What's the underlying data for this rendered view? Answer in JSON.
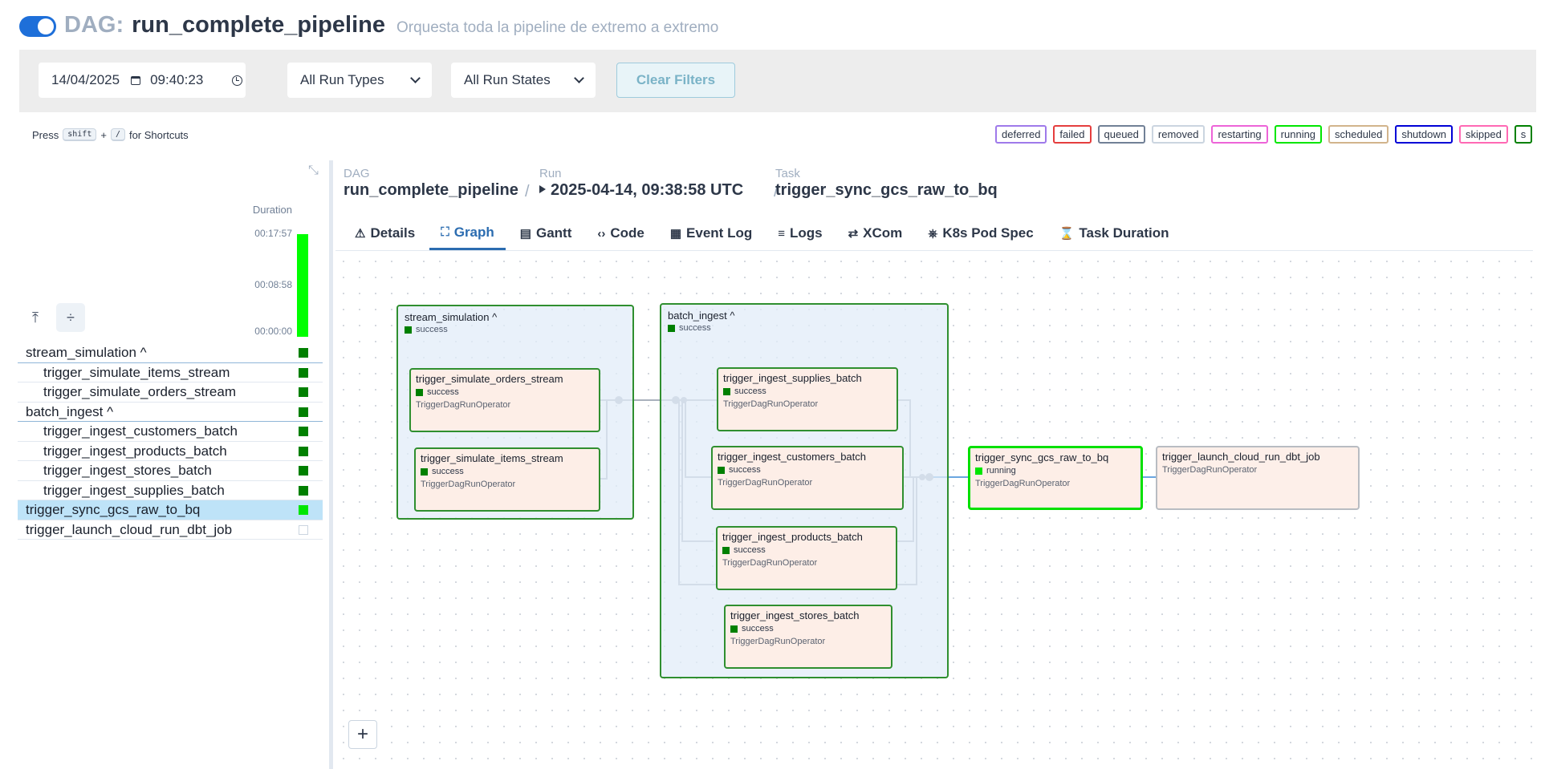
{
  "header": {
    "dag_prefix": "DAG:",
    "dag_name": "run_complete_pipeline",
    "description": "Orquesta toda la pipeline de extremo a extremo"
  },
  "filters": {
    "date": "14/04/2025",
    "time": "09:40:23",
    "run_types": "All Run Types",
    "run_states": "All Run States",
    "clear": "Clear Filters"
  },
  "shortcuts": {
    "press": "Press",
    "key1": "shift",
    "plus": "+",
    "key2": "/",
    "suffix": "for Shortcuts"
  },
  "legend": [
    {
      "label": "deferred",
      "color": "#9f7aea"
    },
    {
      "label": "failed",
      "color": "#e53e3e"
    },
    {
      "label": "queued",
      "color": "#718096"
    },
    {
      "label": "removed",
      "color": "#cbd5e0"
    },
    {
      "label": "restarting",
      "color": "#ed64d8"
    },
    {
      "label": "running",
      "color": "#00e600"
    },
    {
      "label": "scheduled",
      "color": "#d2b48c"
    },
    {
      "label": "shutdown",
      "color": "#0000d6"
    },
    {
      "label": "skipped",
      "color": "#ff69b4"
    },
    {
      "label": "s",
      "color": "#008000"
    }
  ],
  "duration": {
    "title": "Duration",
    "t_max": "00:17:57",
    "t_mid": "00:08:58",
    "t_zero": "00:00:00"
  },
  "tree": [
    {
      "label": "stream_simulation ^",
      "group": true,
      "status": "success"
    },
    {
      "label": "trigger_simulate_items_stream",
      "group": false,
      "status": "success"
    },
    {
      "label": "trigger_simulate_orders_stream",
      "group": false,
      "status": "success"
    },
    {
      "label": "batch_ingest ^",
      "group": true,
      "status": "success"
    },
    {
      "label": "trigger_ingest_customers_batch",
      "group": false,
      "status": "success"
    },
    {
      "label": "trigger_ingest_products_batch",
      "group": false,
      "status": "success"
    },
    {
      "label": "trigger_ingest_stores_batch",
      "group": false,
      "status": "success"
    },
    {
      "label": "trigger_ingest_supplies_batch",
      "group": false,
      "status": "success"
    },
    {
      "label": "trigger_sync_gcs_raw_to_bq",
      "group": false,
      "top": true,
      "status": "running",
      "selected": true
    },
    {
      "label": "trigger_launch_cloud_run_dbt_job",
      "group": false,
      "top": true,
      "status": "none"
    }
  ],
  "breadcrumb": {
    "dag_label": "DAG",
    "dag_value": "run_complete_pipeline",
    "run_label": "Run",
    "run_value": "2025-04-14, 09:38:58 UTC",
    "task_label": "Task",
    "task_value": "trigger_sync_gcs_raw_to_bq",
    "sep": "/"
  },
  "tabs": [
    {
      "label": "Details",
      "icon": "warning-icon"
    },
    {
      "label": "Graph",
      "icon": "graph-icon",
      "active": true
    },
    {
      "label": "Gantt",
      "icon": "gantt-icon"
    },
    {
      "label": "Code",
      "icon": "code-icon"
    },
    {
      "label": "Event Log",
      "icon": "calendar-icon"
    },
    {
      "label": "Logs",
      "icon": "list-icon"
    },
    {
      "label": "XCom",
      "icon": "swap-icon"
    },
    {
      "label": "K8s Pod Spec",
      "icon": "helm-icon"
    },
    {
      "label": "Task Duration",
      "icon": "hourglass-icon"
    }
  ],
  "graph": {
    "groups": {
      "stream_simulation": {
        "title": "stream_simulation ^",
        "state": "success"
      },
      "batch_ingest": {
        "title": "batch_ingest ^",
        "state": "success"
      }
    },
    "nodes": {
      "orders": {
        "title": "trigger_simulate_orders_stream",
        "state": "success",
        "op": "TriggerDagRunOperator"
      },
      "items": {
        "title": "trigger_simulate_items_stream",
        "state": "success",
        "op": "TriggerDagRunOperator"
      },
      "supplies": {
        "title": "trigger_ingest_supplies_batch",
        "state": "success",
        "op": "TriggerDagRunOperator"
      },
      "customers": {
        "title": "trigger_ingest_customers_batch",
        "state": "success",
        "op": "TriggerDagRunOperator"
      },
      "products": {
        "title": "trigger_ingest_products_batch",
        "state": "success",
        "op": "TriggerDagRunOperator"
      },
      "stores": {
        "title": "trigger_ingest_stores_batch",
        "state": "success",
        "op": "TriggerDagRunOperator"
      },
      "sync": {
        "title": "trigger_sync_gcs_raw_to_bq",
        "state": "running",
        "op": "TriggerDagRunOperator"
      },
      "dbt": {
        "title": "trigger_launch_cloud_run_dbt_job",
        "op": "TriggerDagRunOperator"
      }
    },
    "zoom_in": "+"
  },
  "colors": {
    "success": "#008000",
    "running": "#00e600",
    "accent": "#2b6cb0"
  }
}
